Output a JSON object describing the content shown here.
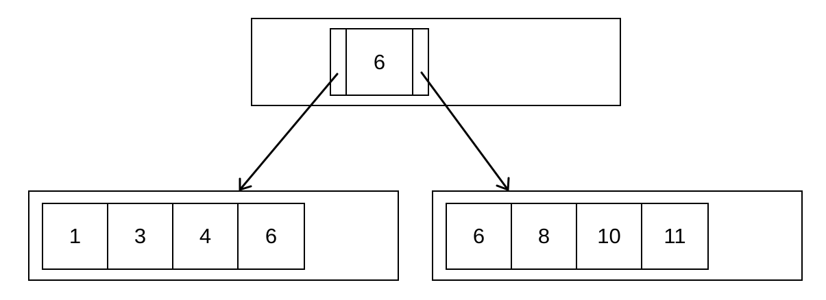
{
  "root": {
    "keys": [
      "6"
    ]
  },
  "leaves": {
    "left": {
      "keys": [
        "1",
        "3",
        "4",
        "6"
      ]
    },
    "right": {
      "keys": [
        "6",
        "8",
        "10",
        "11"
      ]
    }
  },
  "colors": {
    "stroke": "#000000",
    "background": "#ffffff"
  }
}
